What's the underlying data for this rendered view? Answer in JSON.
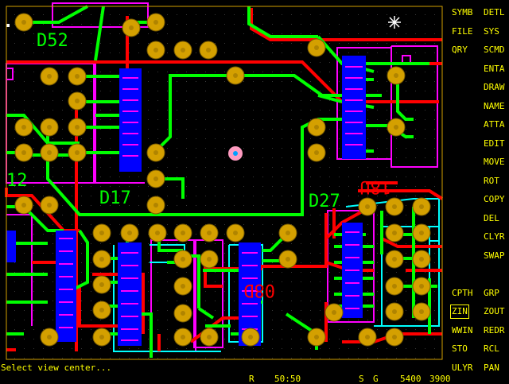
{
  "board": {
    "designators": [
      "D52",
      "D17",
      "D27",
      "12",
      "18U",
      "08D"
    ],
    "colors": {
      "background": "#000000",
      "frame": "#d2a000",
      "grid": "#2a2a2a",
      "pad": "#d4a000",
      "pad_ring": "#7a5c00",
      "chip_pad": "#0000ff",
      "trace_green": "#00ff00",
      "trace_red": "#ff0000",
      "outline_magenta": "#ff00ff",
      "outline_cyan": "#00ffff",
      "text_green": "#00ff00",
      "text_red": "#ff0000"
    }
  },
  "menu": {
    "left": [
      "SYMB",
      "FILE",
      "QRY",
      "",
      "",
      "",
      "",
      "",
      "",
      "",
      "",
      "",
      "",
      "",
      "",
      "CPTH",
      "ZIN",
      "WWIN",
      "STO",
      "ULYR"
    ],
    "right": [
      "DETL",
      "SYS",
      "SCMD",
      "ENTA",
      "DRAW",
      "NAME",
      "ATTA",
      "EDIT",
      "MOVE",
      "ROT",
      "COPY",
      "DEL",
      "CLYR",
      "SWAP",
      "",
      "GRP",
      "ZOUT",
      "REDR",
      "RCL",
      "PAN"
    ],
    "selected": "ZIN"
  },
  "status": {
    "prompt": "Select view center...",
    "r_label": "R",
    "ratio": "50:50",
    "s_label": "S",
    "g_label": "G",
    "x_coord": "5400",
    "y_coord": "3900"
  }
}
